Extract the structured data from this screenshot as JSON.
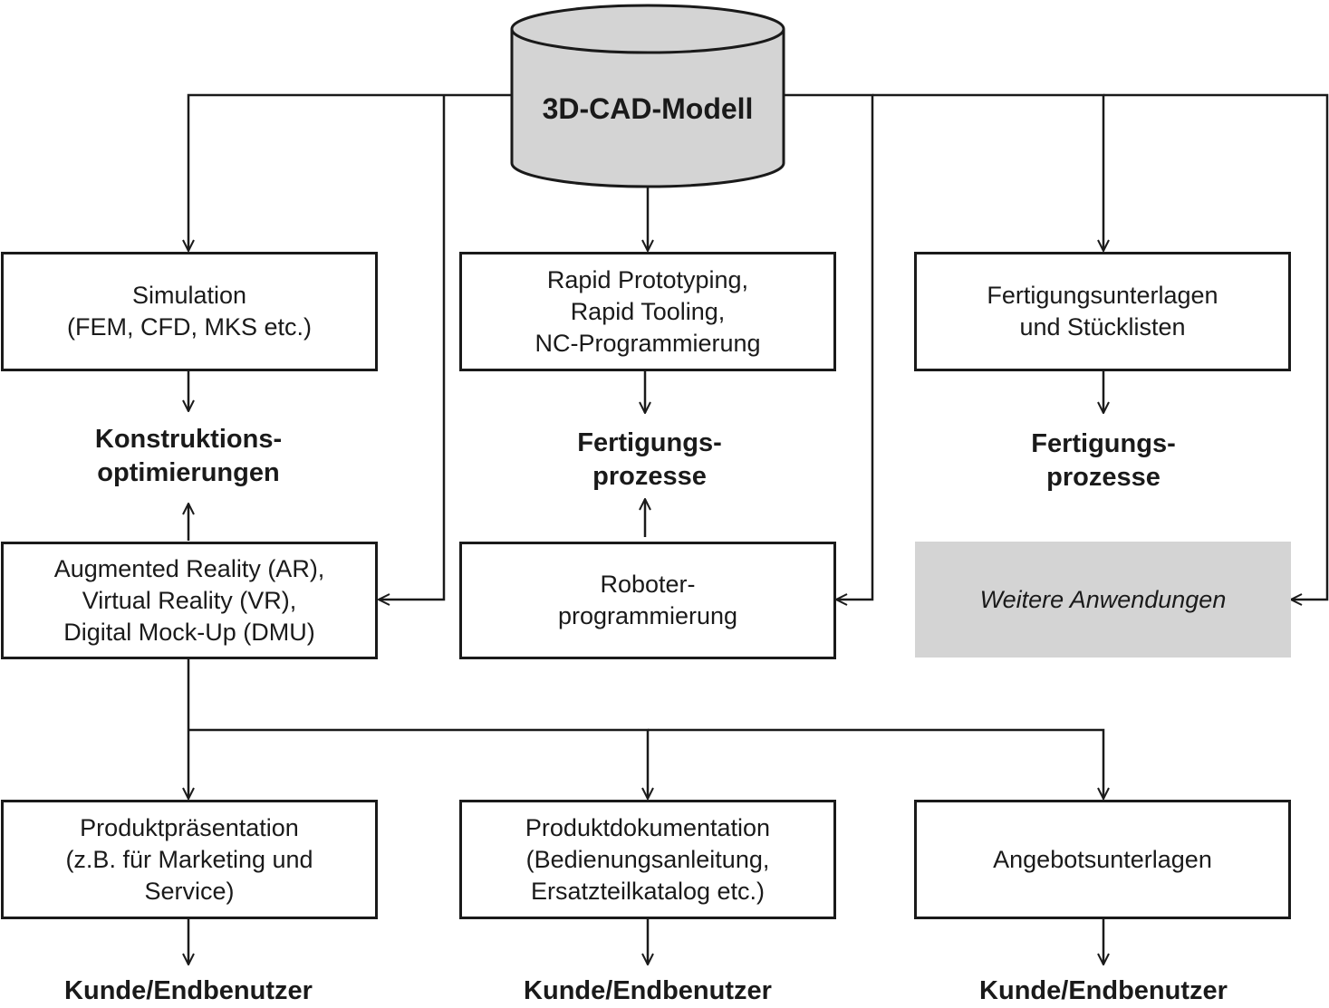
{
  "source": {
    "title": "3D-CAD-Modell"
  },
  "boxes": {
    "simulation": [
      "Simulation",
      "(FEM, CFD, MKS etc.)"
    ],
    "rapid": [
      "Rapid Prototyping,",
      "Rapid Tooling,",
      "NC-Programmierung"
    ],
    "fertigungsunterlagen": [
      "Fertigungsunterlagen",
      "und Stücklisten"
    ],
    "ar_vr": [
      "Augmented Reality (AR),",
      "Virtual Reality (VR),",
      "Digital Mock-Up (DMU)"
    ],
    "roboter": [
      "Roboter-",
      "programmierung"
    ],
    "weitere": [
      "Weitere Anwendungen"
    ],
    "produktpraesentation": [
      "Produktpräsentation",
      "(z.B. für Marketing und",
      "Service)"
    ],
    "produktdokumentation": [
      "Produktdokumentation",
      "(Bedienungsanleitung,",
      "Ersatzteilkatalog etc.)"
    ],
    "angebot": [
      "Angebotsunterlagen"
    ]
  },
  "results": {
    "konstruktion": [
      "Konstruktions-",
      "optimierungen"
    ],
    "fertigung_1": [
      "Fertigungs-",
      "prozesse"
    ],
    "fertigung_2": [
      "Fertigungs-",
      "prozesse"
    ],
    "kunde_1": "Kunde/Endbenutzer",
    "kunde_2": "Kunde/Endbenutzer",
    "kunde_3": "Kunde/Endbenutzer"
  },
  "colors": {
    "line": "#1a1a1a",
    "cylinder_fill": "#d4d4d4",
    "grey_box": "#d4d4d4"
  }
}
